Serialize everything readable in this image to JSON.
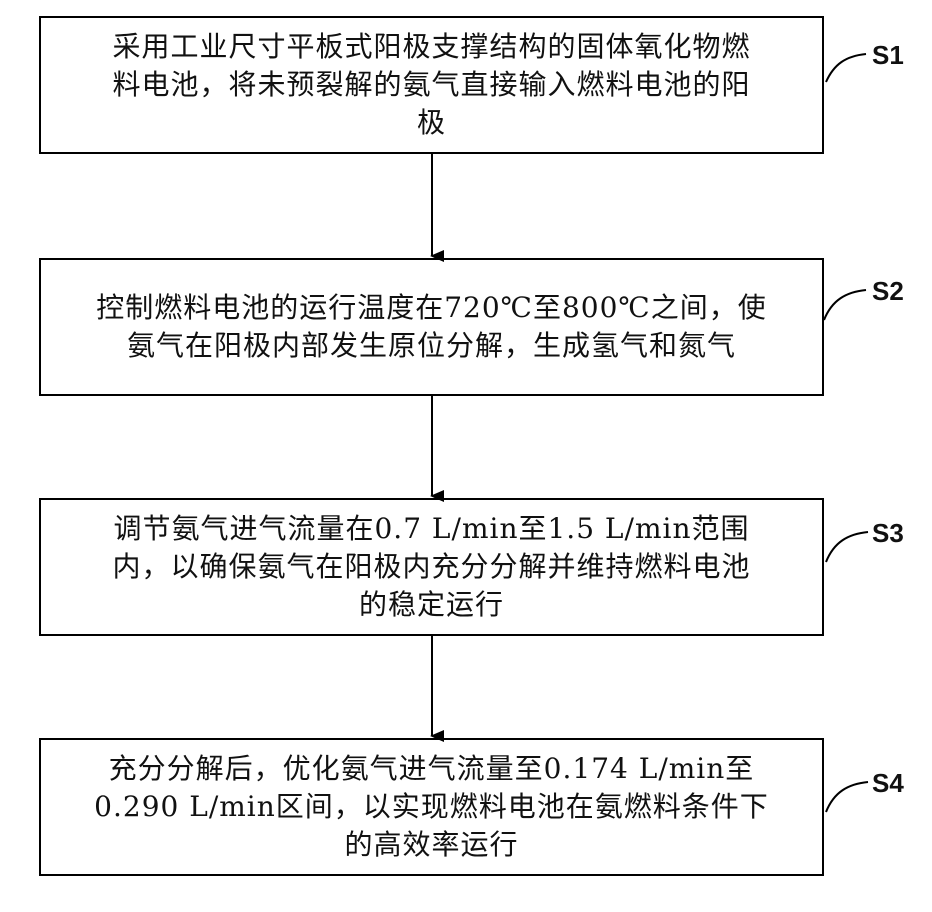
{
  "steps": [
    {
      "id": "S1",
      "text": "采用工业尺寸平板式阳极支撑结构的固体氧化物燃\n料电池，将未预裂解的氨气直接输入燃料电池的阳\n极"
    },
    {
      "id": "S2",
      "text": "控制燃料电池的运行温度在720℃至800℃之间，使\n氨气在阳极内部发生原位分解，生成氢气和氮气"
    },
    {
      "id": "S3",
      "text": "调节氨气进气流量在0.7 L/min至1.5 L/min范围\n内，以确保氨气在阳极内充分分解并维持燃料电池\n的稳定运行"
    },
    {
      "id": "S4",
      "text": "充分分解后，优化氨气进气流量至0.174 L/min至\n0.290 L/min区间，以实现燃料电池在氨燃料条件下\n的高效率运行"
    }
  ]
}
